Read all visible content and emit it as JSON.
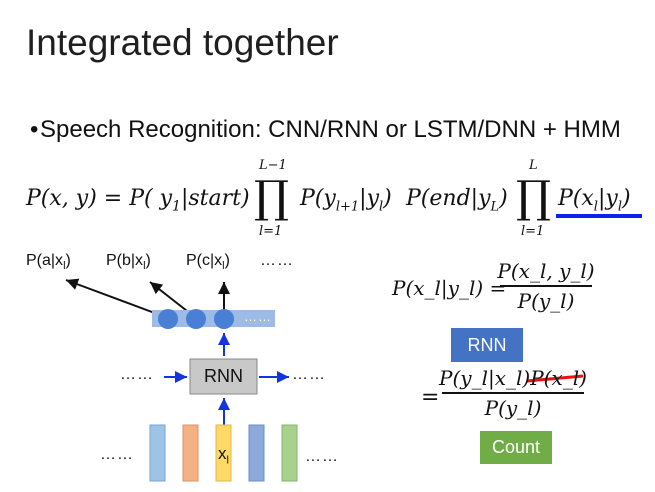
{
  "slide": {
    "title": "Integrated together",
    "bullet": "Speech Recognition: CNN/RNN or LSTM/DNN + HMM"
  },
  "equation": {
    "lhs": "P(x, y) = P( y",
    "lhs_sub": "1",
    "lhs_tail": "|start)",
    "prod1_upper": "L−1",
    "prod1_lower": "l=1",
    "term1": "P(y",
    "term1_sub1": "l+1",
    "term1_mid": "|y",
    "term1_sub2": "l",
    "term1_end": ")",
    "term2": "P(end|y",
    "term2_sub": "L",
    "term2_end": ")",
    "prod2_upper": "L",
    "prod2_lower": "l=1",
    "term3": "P(x",
    "term3_sub1": "l",
    "term3_mid": "|y",
    "term3_sub2": "l",
    "term3_end": ")",
    "product_symbol": "∏"
  },
  "network": {
    "outputs": [
      {
        "pre": "P(a|x",
        "sub": "l",
        "post": ")"
      },
      {
        "pre": "P(b|x",
        "sub": "l",
        "post": ")"
      },
      {
        "pre": "P(c|x",
        "sub": "l",
        "post": ")"
      }
    ],
    "outputs_more": "……",
    "layer_dots": "……",
    "rnn_label": "RNN",
    "left_dots": "……",
    "right_dots": "……",
    "input_label": "x",
    "input_sub": "l",
    "input_left_dots": "……",
    "input_right_dots": "……"
  },
  "right": {
    "bayes_num": "P(x_l, y_l)",
    "bayes_lhs": "P(x_l|y_l) =",
    "bayes_den": "P(y_l)",
    "rnn_button": "RNN",
    "eq_sign": "=",
    "num_a": "P(y_l|x_l)",
    "num_b": "P(x_l)",
    "den2": "P(y_l)",
    "count_button": "Count"
  },
  "colors": {
    "accent_blue": "#0b24e8",
    "arrow_blue": "#1433e0",
    "rnn_box_fill": "#4472c4",
    "count_box_fill": "#70ad47",
    "strike_red": "#ee1111",
    "rnn_cell_fill": "#c8c8c8",
    "node_fill": "#4a7fd6",
    "layer_fill": "#9dbbe6",
    "col_blue": "#9dc3e6",
    "col_orange": "#f4b183",
    "col_yellow": "#ffd966",
    "col_dark_blue": "#8ea9db",
    "col_green": "#a9d18e"
  }
}
